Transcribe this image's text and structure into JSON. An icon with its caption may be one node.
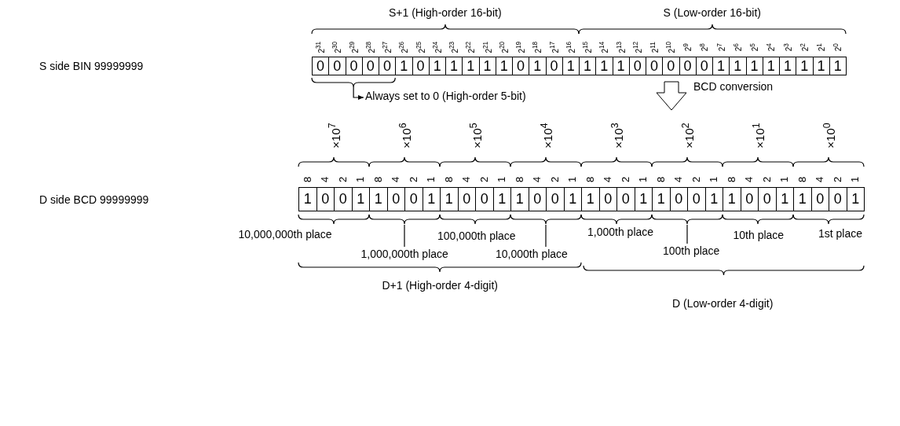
{
  "diagram": {
    "nodes": [
      {
        "text": [
          "Always set to 0 (High-order 5-bit)"
        ]
      },
      {
        "text": [
          "1,000,000th place"
        ]
      },
      {
        "text": [
          "10,000th place"
        ]
      },
      {
        "text": [
          "100th place"
        ]
      }
    ],
    "edges": [
      {
        "from": null,
        "to": 0,
        "arrow": "to"
      },
      {
        "from": null,
        "to": 1,
        "arrow": "none"
      },
      {
        "from": null,
        "to": 2,
        "arrow": "none"
      },
      {
        "from": null,
        "to": 3,
        "arrow": "none"
      }
    ],
    "labels": [
      "S+1 (High-order 16-bit)",
      "S (Low-order 16-bit)",
      "S side BIN 99999999",
      "2$^{31}$",
      "2$^{30}$",
      "2$^{29}$",
      "2$^{28}$",
      "2$^{27}$",
      "2$^{26}$",
      "2$^{25}$",
      "2$^{24}$",
      "2$^{23}$",
      "2$^{22}$",
      "2$^{21}$",
      "2$^{20}$",
      "2$^{19}$",
      "2$^{18}$",
      "2$^{17}$",
      "2$^{16}$",
      "2$^{15}$",
      "2$^{14}$",
      "2$^{13}$",
      "2$^{12}$",
      "2$^{11}$",
      "2$^{10}$",
      "2$^{9}$",
      "2$^{8}$",
      "2$^{7}$",
      "2$^{6}$",
      "2$^{5}$",
      "2$^{4}$",
      "2$^{3}$",
      "2$^{2}$",
      "2$^{1}$",
      "2$^{0}$",
      "0",
      "0",
      "0",
      "0",
      "0",
      "1",
      "0",
      "1",
      "1",
      "1",
      "1",
      "1",
      "0",
      "1",
      "0",
      "1",
      "1",
      "1",
      "1",
      "0",
      "0",
      "0",
      "0",
      "0",
      "1",
      "1",
      "1",
      "1",
      "1",
      "1",
      "1",
      "1",
      "BCD conversion",
      "×10$^{7}$",
      "×10$^{6}$",
      "×10$^{5}$",
      "×10$^{4}$",
      "×10$^{3}$",
      "×10$^{2}$",
      "×10$^{1}$",
      "×10$^{0}$",
      "D side BCD 99999999",
      "8",
      "4",
      "2",
      "1",
      "8",
      "4",
      "2",
      "1",
      "8",
      "4",
      "2",
      "1",
      "8",
      "4",
      "2",
      "1",
      "8",
      "4",
      "2",
      "1",
      "8",
      "4",
      "2",
      "1",
      "8",
      "4",
      "2",
      "1",
      "8",
      "4",
      "2",
      "1",
      "1",
      "0",
      "0",
      "1",
      "1",
      "0",
      "0",
      "1",
      "1",
      "0",
      "0",
      "1",
      "1",
      "0",
      "0",
      "1",
      "1",
      "0",
      "0",
      "1",
      "1",
      "0",
      "0",
      "1",
      "1",
      "0",
      "0",
      "1",
      "1",
      "0",
      "0",
      "1",
      "10,000,000th place",
      "100,000th place",
      "1,000th place",
      "10th place",
      "1st place",
      "D+1 (High-order 4-digit)",
      "D (Low-order 4-digit)"
    ]
  }
}
